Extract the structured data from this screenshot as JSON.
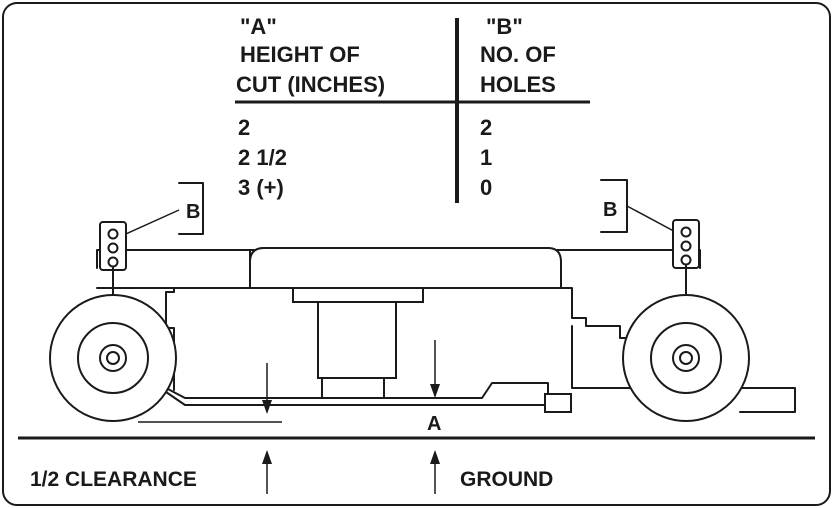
{
  "table": {
    "col_a": {
      "letter": "\"A\"",
      "line1": "HEIGHT OF",
      "line2": "CUT (INCHES)"
    },
    "col_b": {
      "letter": "\"B\"",
      "line1": "NO. OF",
      "line2": "HOLES"
    },
    "rows": [
      {
        "a": "2",
        "b": "2"
      },
      {
        "a": "2 1/2",
        "b": "1"
      },
      {
        "a": "3 (+)",
        "b": "0"
      }
    ]
  },
  "labels": {
    "b_left": "B",
    "b_right": "B",
    "dim_a": "A",
    "clearance": "1/2 CLEARANCE",
    "ground": "GROUND"
  }
}
